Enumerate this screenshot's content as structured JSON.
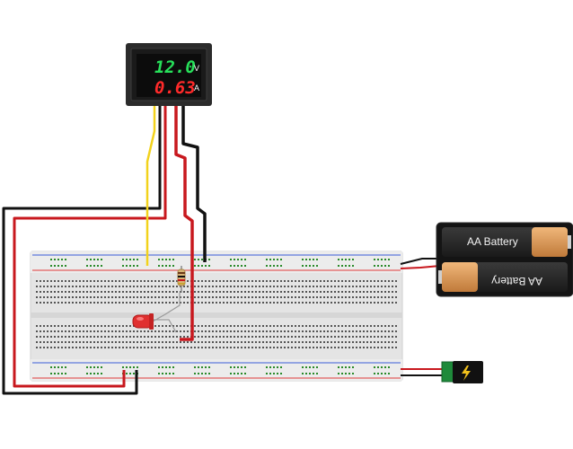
{
  "meter": {
    "voltage_display": "12.0",
    "voltage_unit": "V",
    "current_display": "0.63",
    "current_unit": "A"
  },
  "battery": {
    "label_top": "AA Battery",
    "label_bottom": "AA Battery"
  },
  "colors": {
    "wire_black": "#111111",
    "wire_red": "#c8181e",
    "wire_yellow": "#f2d21c",
    "wire_green": "#2a9d2a",
    "led_red": "#e03030",
    "meter_bezel": "#2b2b2b",
    "voltage_digits": "#27e05a",
    "current_digits": "#ff2a2a",
    "breadboard": "#e6e6e6",
    "rail_red": "#e03a3a",
    "rail_blue": "#3a5bd9",
    "jack_pcb": "#1e8a3a"
  },
  "icons": {
    "power_jack": "lightning-bolt-icon"
  }
}
